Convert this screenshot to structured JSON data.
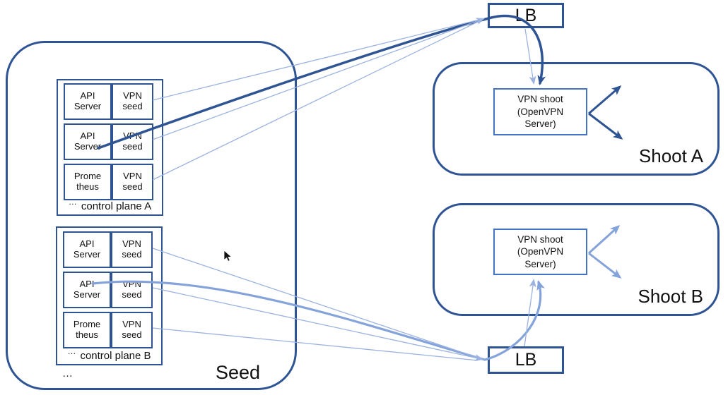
{
  "colors": {
    "dark_blue": "#2E5494",
    "medium_blue": "#4472C4",
    "light_blue_thick": "#84A3DA",
    "light_blue_thin": "#9BB3E0",
    "text": "#111111"
  },
  "seed": {
    "label": "Seed",
    "more_indicator": "…"
  },
  "control_plane_a": {
    "dots": "…",
    "label": "control plane A",
    "rows": [
      {
        "left": "API Server",
        "right": "VPN seed"
      },
      {
        "left": "API Server",
        "right": "VPN seed"
      },
      {
        "left": "Prome theus",
        "right": "VPN seed"
      }
    ]
  },
  "control_plane_b": {
    "dots": "…",
    "label": "control plane B",
    "rows": [
      {
        "left": "API Server",
        "right": "VPN seed"
      },
      {
        "left": "API Server",
        "right": "VPN seed"
      },
      {
        "left": "Prome theus",
        "right": "VPN seed"
      }
    ]
  },
  "lb_top": {
    "label": "LB"
  },
  "lb_bottom": {
    "label": "LB"
  },
  "shoot_a": {
    "label": "Shoot A",
    "vpn_box": {
      "lines": [
        "VPN shoot",
        "(OpenVPN",
        "Server)"
      ]
    }
  },
  "shoot_b": {
    "label": "Shoot B",
    "vpn_box": {
      "lines": [
        "VPN shoot",
        "(OpenVPN",
        "Server)"
      ]
    }
  }
}
